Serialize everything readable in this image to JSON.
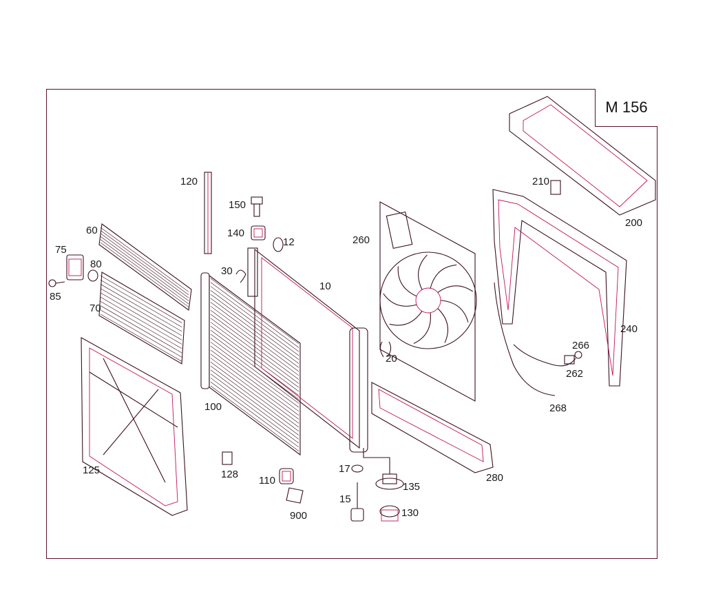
{
  "diagram": {
    "model_label": "M 156",
    "callouts": [
      "120",
      "150",
      "140",
      "12",
      "60",
      "75",
      "80",
      "85",
      "70",
      "30",
      "10",
      "260",
      "210",
      "200",
      "100",
      "20",
      "266",
      "262",
      "240",
      "268",
      "125",
      "128",
      "110",
      "900",
      "17",
      "15",
      "135",
      "130",
      "280"
    ]
  },
  "colors": {
    "outline": "#5a1026",
    "accent": "#c0135a",
    "ink": "#3a0f1e"
  }
}
